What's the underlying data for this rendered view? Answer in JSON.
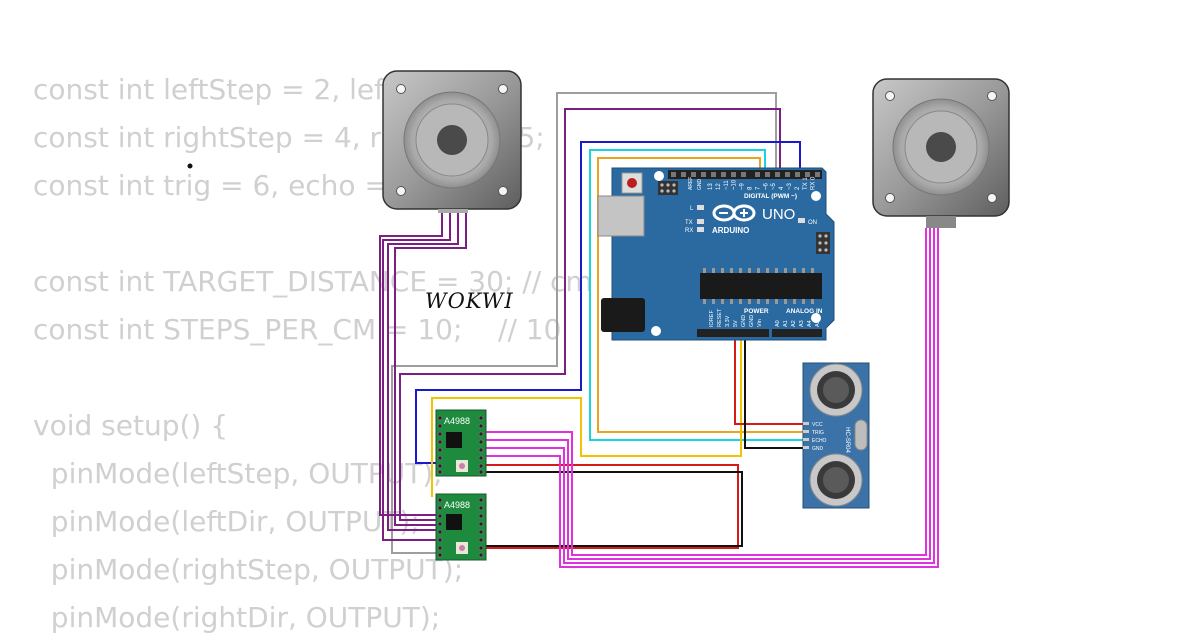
{
  "code_lines": [
    "const int leftStep = 2, leftDir = 3;",
    "const int rightStep = 4, rightDir = 5;",
    "const int trig = 6, echo = 7;",
    "",
    "const int TARGET_DISTANCE = 30; // cm",
    "const int STEPS_PER_CM = 10;    // 10",
    "",
    "void setup() {",
    "  pinMode(leftStep, OUTPUT);",
    "  pinMode(leftDir, OUTPUT);",
    "  pinMode(rightStep, OUTPUT);",
    "  pinMode(rightDir, OUTPUT);"
  ],
  "watermark": "WOKWI",
  "arduino": {
    "aref": "AREF",
    "gnd": "GND",
    "digital_pins": [
      "13",
      "12",
      "~11",
      "~10",
      "~9",
      "8",
      "7",
      "~6",
      "~5",
      "4",
      "~3",
      "2",
      "TX 1",
      "RX 0"
    ],
    "digital_label": "DIGITAL (PWM ~)",
    "model": "UNO",
    "brand": "ARDUINO",
    "led_l": "L",
    "led_tx": "TX",
    "led_rx": "RX",
    "on_label": "ON",
    "power_label": "POWER",
    "analog_label": "ANALOG IN",
    "power_pins": [
      "IOREF",
      "RESET",
      "3.3V",
      "5V",
      "GND",
      "GND",
      "Vin"
    ],
    "analog_pins": [
      "A0",
      "A1",
      "A2",
      "A3",
      "A4",
      "A5"
    ]
  },
  "drivers": [
    {
      "label": "A4988"
    },
    {
      "label": "A4988"
    }
  ],
  "sensor": {
    "model": "HC-SR04",
    "pins": [
      "VCC",
      "TRIG",
      "ECHO",
      "GND"
    ]
  },
  "wire_colors": {
    "gray": "#9e9e9e",
    "purple": "#7b1f82",
    "blue": "#1a1acc",
    "cyan": "#19d3e0",
    "yellow": "#f2c300",
    "orange": "#f0a020",
    "red": "#d61a1a",
    "black": "#111111",
    "magenta": "#e030e0"
  },
  "board_color": "#2a6aa0",
  "driver_color": "#1e8a3e",
  "sensor_color": "#3b72a8"
}
